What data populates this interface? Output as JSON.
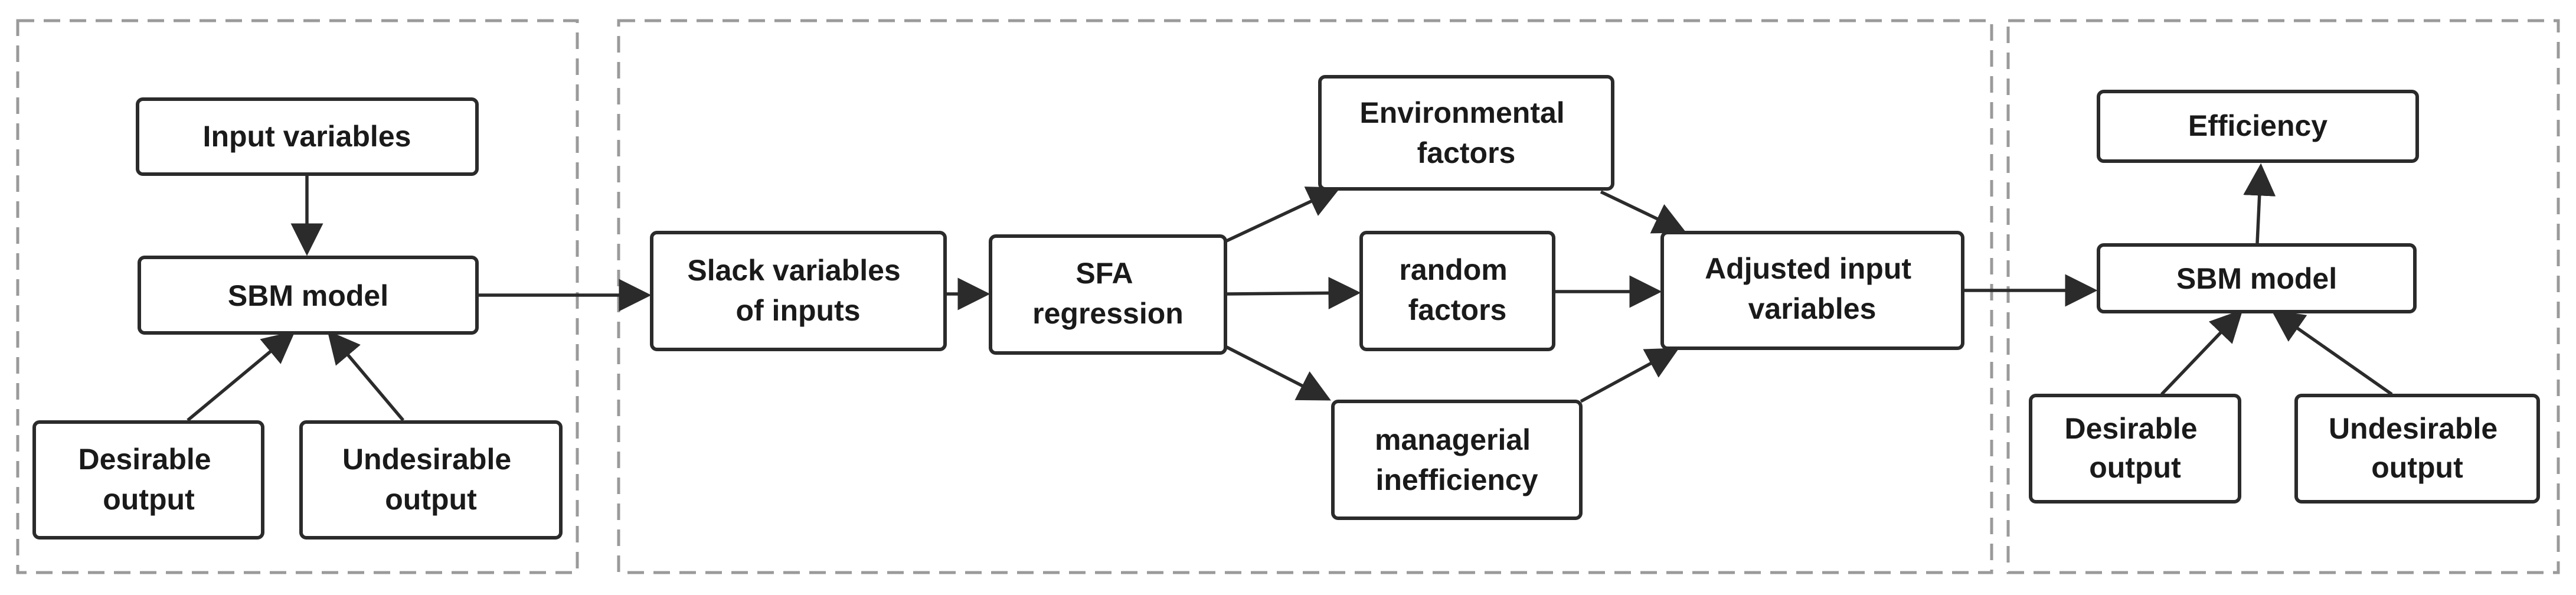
{
  "stages": [
    {
      "id": "stage-1"
    },
    {
      "id": "stage-2"
    },
    {
      "id": "stage-3"
    }
  ],
  "nodes": {
    "input_variables": {
      "lines": [
        "Input variables"
      ]
    },
    "sbm_model_1": {
      "lines": [
        "SBM model"
      ]
    },
    "desirable_output_1": {
      "lines": [
        "Desirable",
        "output"
      ]
    },
    "undesirable_output_1": {
      "lines": [
        "Undesirable",
        "output"
      ]
    },
    "slack_variables": {
      "lines": [
        "Slack variables",
        "of inputs"
      ]
    },
    "sfa_regression": {
      "lines": [
        "SFA",
        "regression"
      ]
    },
    "environmental_factors": {
      "lines": [
        "Environmental",
        "factors"
      ]
    },
    "random_factors": {
      "lines": [
        "random",
        "factors"
      ]
    },
    "managerial_inefficiency": {
      "lines": [
        "managerial",
        "inefficiency"
      ]
    },
    "adjusted_input_variables": {
      "lines": [
        "Adjusted input",
        "variables"
      ]
    },
    "efficiency": {
      "lines": [
        "Efficiency"
      ]
    },
    "sbm_model_2": {
      "lines": [
        "SBM model"
      ]
    },
    "desirable_output_2": {
      "lines": [
        "Desirable",
        "output"
      ]
    },
    "undesirable_output_2": {
      "lines": [
        "Undesirable",
        "output"
      ]
    }
  },
  "edges": [
    {
      "from": "input_variables",
      "to": "sbm_model_1"
    },
    {
      "from": "desirable_output_1",
      "to": "sbm_model_1"
    },
    {
      "from": "undesirable_output_1",
      "to": "sbm_model_1"
    },
    {
      "from": "sbm_model_1",
      "to": "slack_variables"
    },
    {
      "from": "slack_variables",
      "to": "sfa_regression"
    },
    {
      "from": "sfa_regression",
      "to": "environmental_factors"
    },
    {
      "from": "sfa_regression",
      "to": "random_factors"
    },
    {
      "from": "sfa_regression",
      "to": "managerial_inefficiency"
    },
    {
      "from": "environmental_factors",
      "to": "adjusted_input_variables"
    },
    {
      "from": "random_factors",
      "to": "adjusted_input_variables"
    },
    {
      "from": "managerial_inefficiency",
      "to": "adjusted_input_variables"
    },
    {
      "from": "adjusted_input_variables",
      "to": "sbm_model_2"
    },
    {
      "from": "desirable_output_2",
      "to": "sbm_model_2"
    },
    {
      "from": "undesirable_output_2",
      "to": "sbm_model_2"
    },
    {
      "from": "sbm_model_2",
      "to": "efficiency"
    }
  ],
  "colors": {
    "box_stroke": "#2b2b2b",
    "arrow": "#2b2b2b",
    "stage_border": "#9a9a9a",
    "text": "#1a1a1a"
  }
}
